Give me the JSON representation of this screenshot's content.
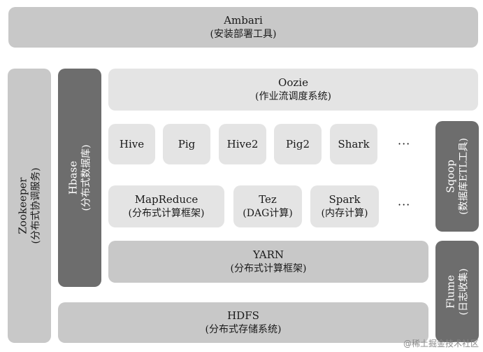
{
  "ambari": {
    "name": "Ambari",
    "desc": "(安装部署工具)"
  },
  "zookeeper": {
    "name": "Zookeeper",
    "desc": "(分布式协调服务)"
  },
  "hbase": {
    "name": "Hbase",
    "desc": "(分布式数据库)"
  },
  "oozie": {
    "name": "Oozie",
    "desc": "(作业流调度系统)"
  },
  "query_tools": {
    "hive": "Hive",
    "pig": "Pig",
    "hive2": "Hive2",
    "pig2": "Pig2",
    "shark": "Shark",
    "more": "···"
  },
  "engines": {
    "mapreduce": {
      "name": "MapReduce",
      "desc": "(分布式计算框架)"
    },
    "tez": {
      "name": "Tez",
      "desc": "(DAG计算)"
    },
    "spark": {
      "name": "Spark",
      "desc": "(内存计算)"
    },
    "more": "···"
  },
  "sqoop": {
    "name": "Sqoop",
    "desc": "(数据库ETL工具)"
  },
  "yarn": {
    "name": "YARN",
    "desc": "(分布式计算框架)"
  },
  "flume": {
    "name": "Flume",
    "desc": "(日志收集)"
  },
  "hdfs": {
    "name": "HDFS",
    "desc": "(分布式存储系统)"
  },
  "watermark": "@稀土掘金技术社区"
}
